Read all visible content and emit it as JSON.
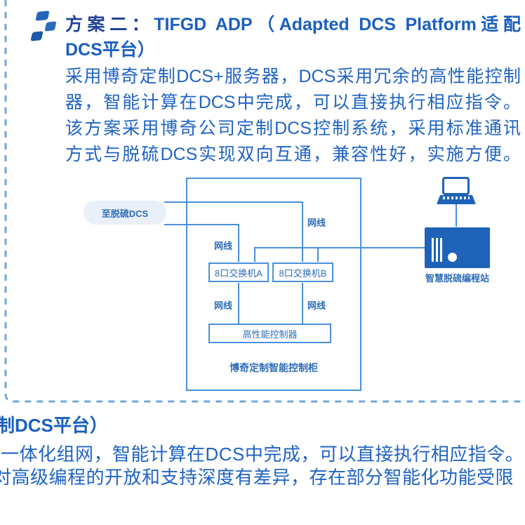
{
  "colors": {
    "title_prefix": "#21439b",
    "title": "#1a5fc0",
    "body_text": "#1f63c4",
    "diagram_line": "#4a90d9",
    "diagram_text": "#2e6db8",
    "solid_icon": "#1e63b8",
    "pill_fill": "#e9f0f9",
    "dashed_border": "#72a7db"
  },
  "panel": {
    "title": {
      "prefix": "方案二：",
      "line1_rest": "TIFGD ADP（Adapted DCS Platform适配",
      "line2": "DCS平台）"
    },
    "body_lines": [
      "采用博奇定制DCS+服务器，DCS采用冗余的高性能控制",
      "器，智能计算在DCS中完成，可以直接执行相应指令。",
      "该方案采用博奇公司定制DCS控制系统，采用标准通讯",
      "方式与脱硫DCS实现双向互通，兼容性好，实施方便。"
    ]
  },
  "diagram": {
    "pill_label": "至脱硫DCS",
    "cable_label": "网线",
    "switch_a": "8口交换机A",
    "switch_b": "8口交换机B",
    "controller": "高性能控制器",
    "cabinet_label": "博奇定制智能控制柜",
    "workstation_label": "智慧脱硫编程站"
  },
  "bottom": {
    "heading": "制DCS平台）",
    "line1": "一体化组网，智能计算在DCS中完成，可以直接执行相应指令。",
    "line2": "对高级编程的开放和支持深度有差异，存在部分智能化功能受限"
  }
}
